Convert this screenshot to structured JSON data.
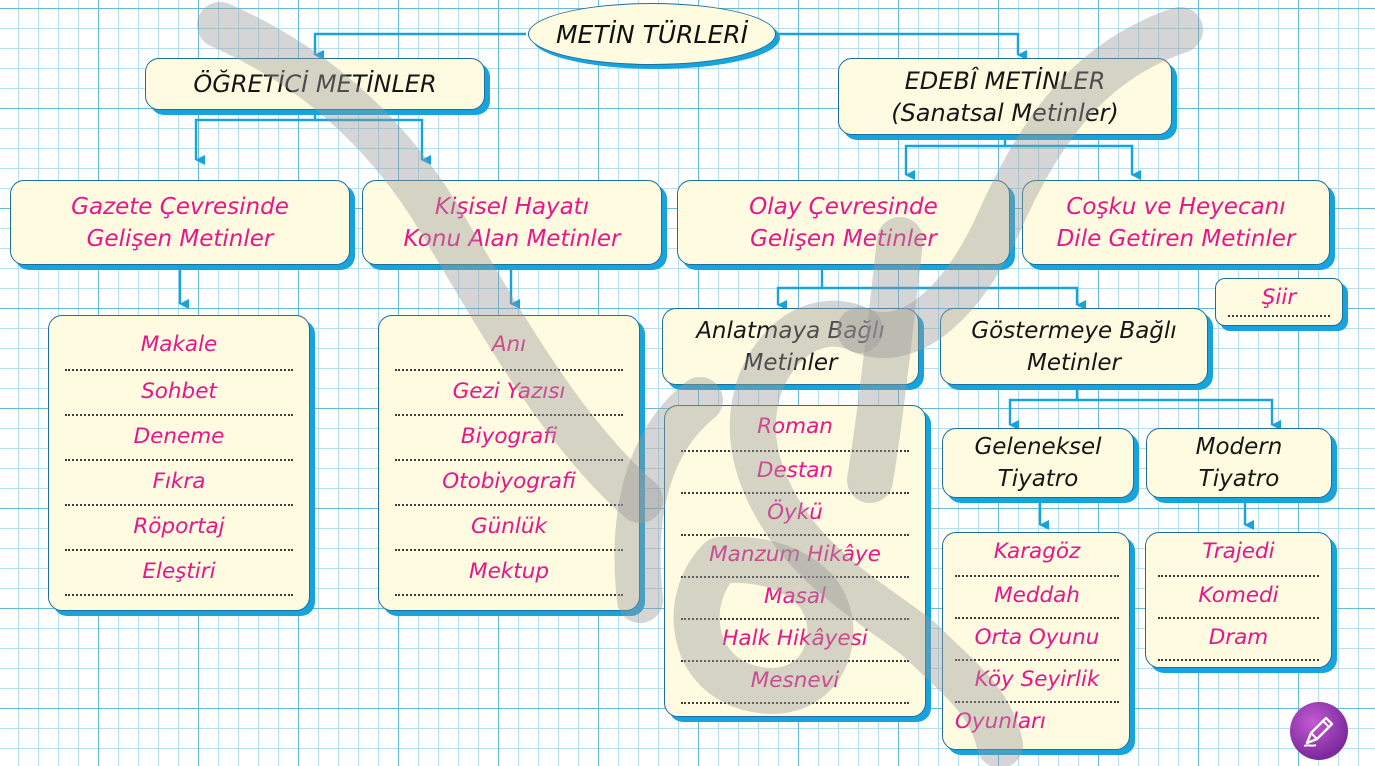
{
  "root": "METİN TÜRLERİ",
  "ogretici": {
    "title": "ÖĞRETİCİ METİNLER",
    "gazete": {
      "title": [
        "Gazete Çevresinde",
        "Gelişen Metinler"
      ],
      "items": [
        "Makale",
        "Sohbet",
        "Deneme",
        "Fıkra",
        "Röportaj",
        "Eleştiri"
      ]
    },
    "kisisel": {
      "title": [
        "Kişisel Hayatı",
        "Konu Alan Metinler"
      ],
      "items": [
        "Anı",
        "Gezi Yazısı",
        "Biyografi",
        "Otobiyografi",
        "Günlük",
        "Mektup"
      ]
    }
  },
  "edebi": {
    "title": [
      "EDEBÎ METİNLER",
      "(Sanatsal Metinler)"
    ],
    "olay": {
      "title": [
        "Olay Çevresinde",
        "Gelişen Metinler"
      ],
      "anlatmaya": {
        "title": [
          "Anlatmaya Bağlı",
          "Metinler"
        ],
        "items": [
          "Roman",
          "Destan",
          "Öykü",
          "Manzum Hikâye",
          "Masal",
          "Halk Hikâyesi",
          "Mesnevi"
        ]
      },
      "gostermeye": {
        "title": [
          "Göstermeye Bağlı",
          "Metinler"
        ],
        "geleneksel": {
          "title": [
            "Geleneksel",
            "Tiyatro"
          ],
          "items": [
            "Karagöz",
            "Meddah",
            "Orta Oyunu",
            "Köy Seyirlik",
            "Oyunları"
          ]
        },
        "modern": {
          "title": [
            "Modern",
            "Tiyatro"
          ],
          "items": [
            "Trajedi",
            "Komedi",
            "Dram"
          ]
        }
      }
    },
    "cosku": {
      "title": [
        "Coşku ve Heyecanı",
        "Dile Getiren Metinler"
      ],
      "items": [
        "Şiir"
      ]
    }
  },
  "colors": {
    "connector": "#16a3de",
    "item_text": "#e8168a",
    "box_fill": "#fffbe0",
    "stroke": "#b9b9b9"
  },
  "icons": [
    "pencil-badge-icon"
  ]
}
